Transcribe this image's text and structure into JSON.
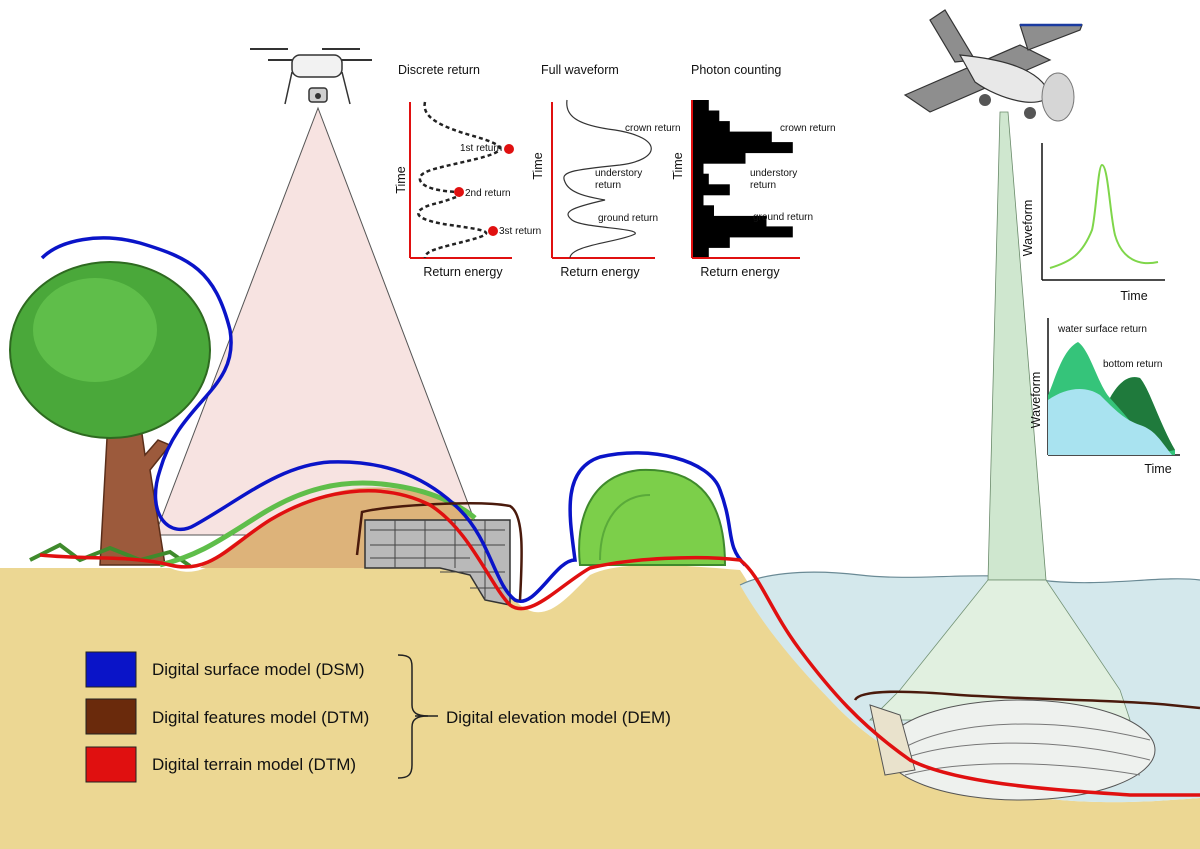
{
  "figure": {
    "colors": {
      "dsm": "#0a14c8",
      "features": "#6a2a0c",
      "terrain": "#e01010",
      "ground": "#ecd793",
      "water": "#d4e8ec",
      "beam_drone": "#f7e3e1",
      "beam_plane": "#cfe7cf",
      "tree": "#4aa83a",
      "waveform_line": "#7fd64a",
      "surface_peak": "#35c47a",
      "bottom_peak": "#1f7a3c",
      "water_fill": "#a9e3f0"
    },
    "icons": [
      "drone-icon",
      "airplane-icon",
      "tree-icon",
      "bush-icon",
      "stone-wall-icon",
      "shipwreck-icon"
    ]
  },
  "panels": {
    "discrete": {
      "title": "Discrete return",
      "ylabel": "Time",
      "xlabel": "Return energy",
      "returns": [
        "1st return",
        "2nd return",
        "3st return"
      ]
    },
    "full": {
      "title": "Full waveform",
      "ylabel": "Time",
      "xlabel": "Return energy",
      "labels": [
        "crown return",
        "understory",
        "return",
        "ground return"
      ]
    },
    "photon": {
      "title": "Photon counting",
      "ylabel": "Time",
      "xlabel": "Return energy",
      "labels": [
        "crown return",
        "understory",
        "return",
        "ground return"
      ],
      "bar_lengths": [
        0.15,
        0.25,
        0.35,
        0.75,
        0.95,
        0.5,
        0.1,
        0.15,
        0.35,
        0.1,
        0.2,
        0.7,
        0.95,
        0.35,
        0.15
      ]
    },
    "waveform": {
      "ylabel": "Waveform",
      "xlabel": "Time"
    },
    "bathy": {
      "ylabel": "Waveform",
      "xlabel": "Time",
      "surface_label": "water surface return",
      "bottom_label": "bottom return"
    }
  },
  "legend": {
    "items": [
      {
        "label": "Digital surface model (DSM)",
        "color": "#0a14c8"
      },
      {
        "label": "Digital features model (DTM)",
        "color": "#6a2a0c"
      },
      {
        "label": "Digital terrain model (DTM)",
        "color": "#e01010"
      }
    ],
    "group_label": "Digital elevation model (DEM)"
  }
}
